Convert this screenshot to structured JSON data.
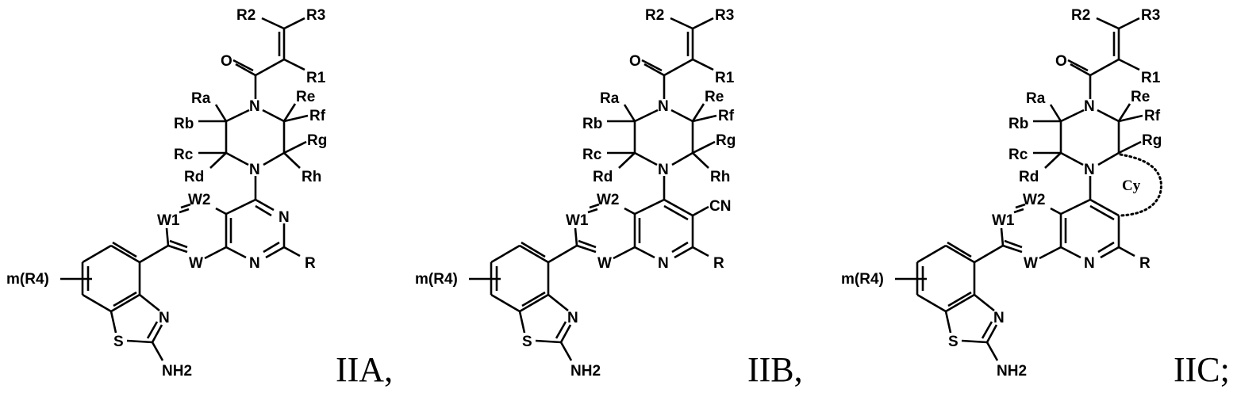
{
  "figure": {
    "type": "chemical-structures",
    "structures": [
      {
        "id": "IIA",
        "label": "IIA,",
        "substituents": {
          "r1": "R1",
          "r2": "R2",
          "r3": "R3",
          "o": "O",
          "ra": "Ra",
          "rb": "Rb",
          "rc": "Rc",
          "rd": "Rd",
          "re": "Re",
          "rf": "Rf",
          "rg": "Rg",
          "rh": "Rh",
          "n_top": "N",
          "n_bottom": "N",
          "w": "W",
          "w1": "W1",
          "w2": "W2",
          "ring_n1": "N",
          "ring_n2": "N",
          "r": "R",
          "m_r4": "m(R4)",
          "s": "S",
          "thiazole_n": "N",
          "nh2": "NH2"
        }
      },
      {
        "id": "IIB",
        "label": "IIB,",
        "substituents": {
          "r1": "R1",
          "r2": "R2",
          "r3": "R3",
          "o": "O",
          "ra": "Ra",
          "rb": "Rb",
          "rc": "Rc",
          "rd": "Rd",
          "re": "Re",
          "rf": "Rf",
          "rg": "Rg",
          "rh": "Rh",
          "n_top": "N",
          "n_bottom": "N",
          "w": "W",
          "w1": "W1",
          "w2": "W2",
          "cn": "CN",
          "ring_n": "N",
          "r": "R",
          "m_r4": "m(R4)",
          "s": "S",
          "thiazole_n": "N",
          "nh2": "NH2"
        }
      },
      {
        "id": "IIC",
        "label": "IIC;",
        "substituents": {
          "r1": "R1",
          "r2": "R2",
          "r3": "R3",
          "o": "O",
          "ra": "Ra",
          "rb": "Rb",
          "rc": "Rc",
          "rd": "Rd",
          "re": "Re",
          "rf": "Rf",
          "rg": "Rg",
          "n_top": "N",
          "n_bottom": "N",
          "cy": "Cy",
          "w": "W",
          "w1": "W1",
          "w2": "W2",
          "ring_n": "N",
          "r": "R",
          "m_r4": "m(R4)",
          "s": "S",
          "thiazole_n": "N",
          "nh2": "NH2"
        }
      }
    ]
  }
}
